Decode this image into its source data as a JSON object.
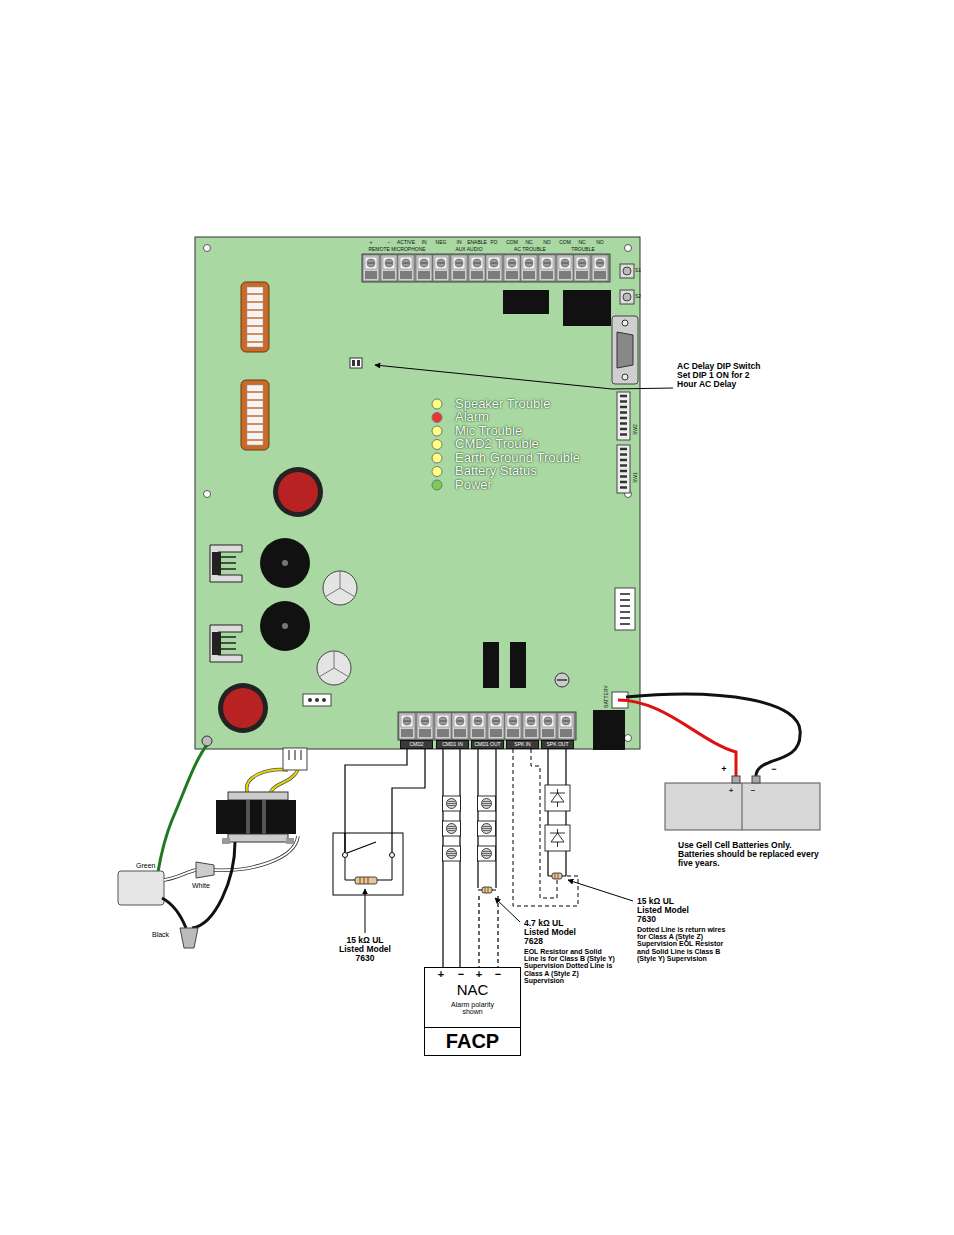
{
  "diagram": {
    "nodes": [
      {
        "text": [
          "CMD2"
        ]
      },
      {
        "text": [
          "CMD1 IN"
        ]
      },
      {
        "text": [
          "CMD1 OUT"
        ]
      },
      {
        "text": [
          "SPK IN"
        ]
      },
      {
        "text": [
          "SPK OUT"
        ]
      },
      {
        "text": [
          "NAC",
          "Alarm polarity shown",
          "FACP"
        ]
      }
    ],
    "edges": [
      {
        "from": 1,
        "to": 5,
        "arrow": "none"
      },
      {
        "from": 2,
        "to": 5,
        "arrow": "none"
      }
    ],
    "labels": [
      "+",
      "−",
      "ACTIVE",
      "IN",
      "REMOTE MICROPHONE",
      "NEG",
      "IN",
      "ENABLE",
      "FO",
      "AUX AUDIO",
      "COM",
      "NC",
      "NO",
      "AC TROUBLE",
      "COM",
      "NC",
      "NO",
      "TROUBLE",
      "S1",
      "S2",
      "AC Delay DIP Switch Set DIP 1 ON for 2 Hour AC Delay",
      "Speaker Trouble",
      "Alarm",
      "Mic Trouble",
      "CMD2 Trouble",
      "Earth Ground Trouble",
      "Battery Status",
      "Power",
      "SW2",
      "SW1",
      "BATTERY",
      "Green",
      "White",
      "Black",
      "15 kΩ UL Listed Model 7630",
      "4.7 kΩ UL Listed Model 7628",
      "EOL Resistor and Solid Line is for Class B (Style Y) Supervision Dotted Line is Class A (Style Z) Supervision",
      "15 kΩ UL Listed Model 7630",
      "Dotted Line is return wires for Class A (Style Z) Supervision EOL Resistor and Solid Line is Class B (Style Y) Supervision",
      "+",
      "−",
      "+",
      "−",
      "+",
      "−",
      "+",
      "−",
      "Use Gell Cell Batteries Only. Batteries should be replaced every five years."
    ]
  }
}
